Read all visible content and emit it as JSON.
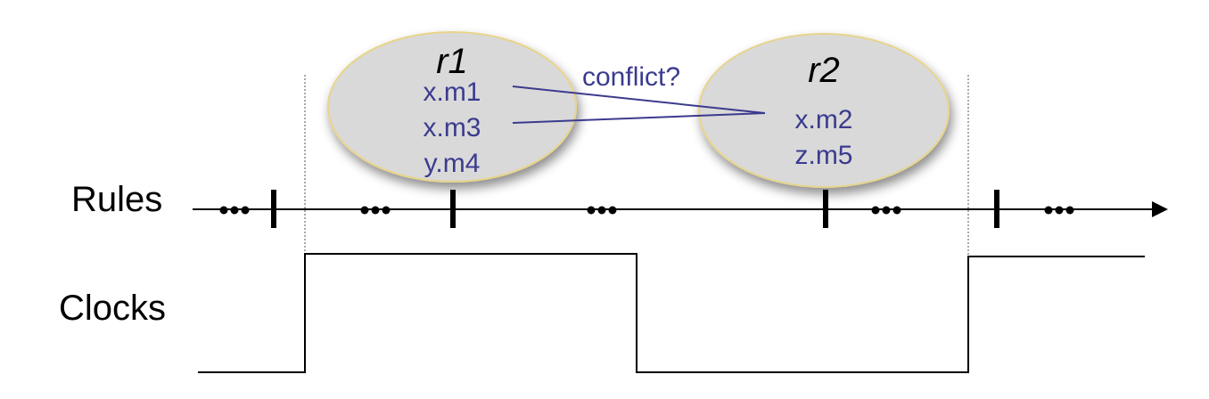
{
  "labels": {
    "rules": "Rules",
    "clocks": "Clocks",
    "conflict": "conflict?"
  },
  "rules": [
    {
      "name": "r1",
      "methods": [
        "x.m1",
        "x.m3",
        "y.m4"
      ]
    },
    {
      "name": "r2",
      "methods": [
        "x.m2",
        "z.m5"
      ]
    }
  ],
  "colors": {
    "ellipse_fill": "#d9d9d9",
    "ellipse_stroke": "#e8d48a",
    "method_text": "#3b3b8f",
    "conflict_text": "#3b3b8f",
    "conflict_line": "#3b3b8f",
    "timeline": "#000000"
  }
}
